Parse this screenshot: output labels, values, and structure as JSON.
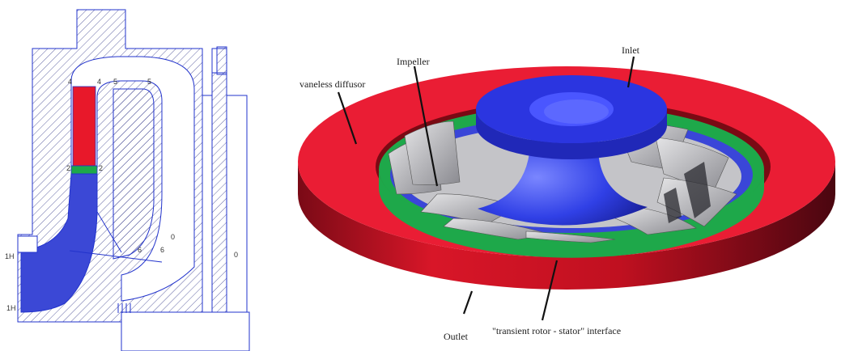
{
  "section_view": {
    "station_labels": {
      "s4_left": "4",
      "s4_mid": "4",
      "s5_a": "5",
      "s5_b": "5",
      "s2_left": "2",
      "s2_right": "2",
      "s6_left": "6",
      "s6_mid": "6",
      "s0": "0",
      "s0_right": "0",
      "s1h": "1H",
      "s1h_bottom": "1H"
    }
  },
  "model_view": {
    "callouts": {
      "inlet": "Inlet",
      "impeller": "Impeller",
      "vaneless_diffusor": "vaneless diffusor",
      "outlet": "Outlet",
      "interface": "\"transient rotor - stator\" interface"
    }
  },
  "colors": {
    "outline_blue": "#2233cc",
    "impeller_fill": "#3b48d6",
    "red_region": "#e8182a",
    "green_region": "#1ea84a",
    "diffusor_red": "#ea1d34",
    "inlet_blue": "#2b35e0",
    "blade_grey": "#b5b5b8"
  }
}
